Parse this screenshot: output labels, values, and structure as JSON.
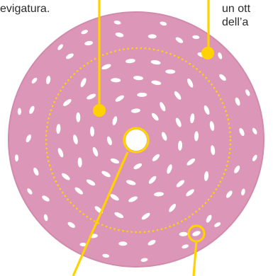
{
  "captions": {
    "left": "evigatura.",
    "right_line1": "un ott",
    "right_line2": "dell’a"
  },
  "colors": {
    "disc": "#dc97b8",
    "disc_edge": "#d18aab",
    "holes": "#ffffff",
    "callout": "#ffd200"
  },
  "icons": {
    "disc": "abrasive-disc-icon",
    "callouts": "callout-marker-icon"
  }
}
